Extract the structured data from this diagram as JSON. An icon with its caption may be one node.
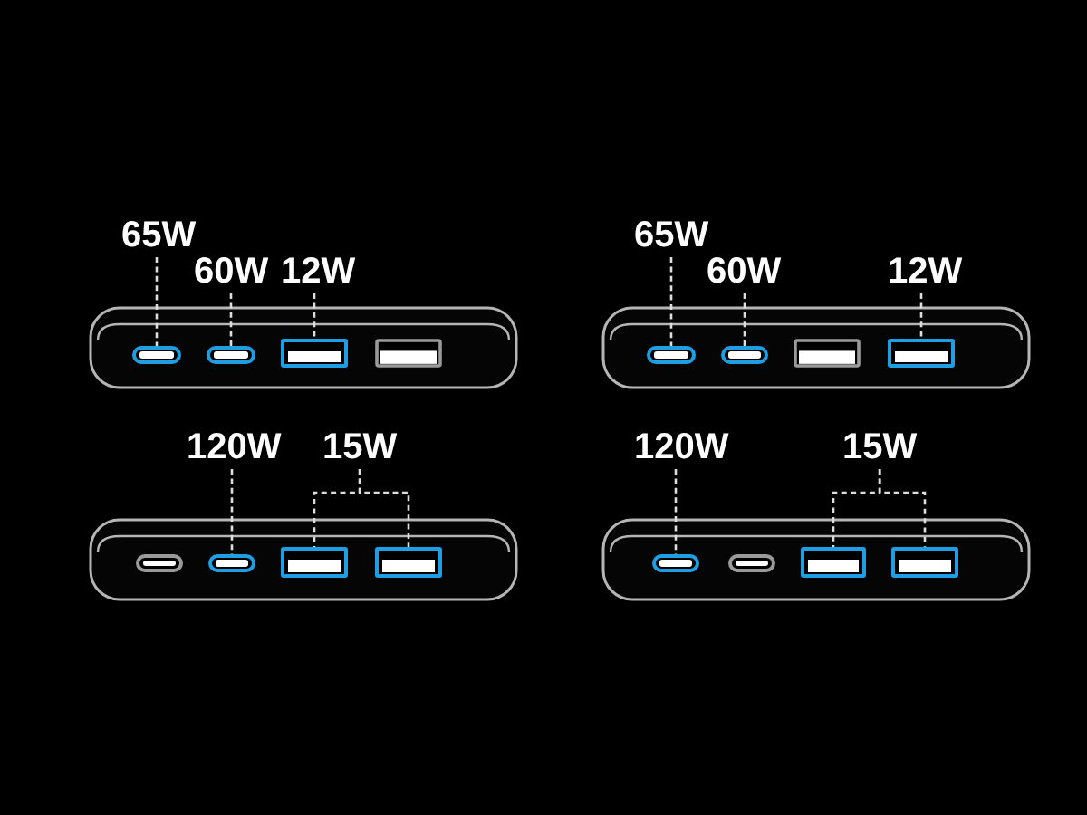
{
  "diagram": {
    "nodes": [
      {
        "text": [
          "65W"
        ]
      },
      {
        "text": [
          "60W"
        ]
      },
      {
        "text": [
          "12W"
        ]
      },
      {
        "text": [],
        "shape": "box"
      },
      {
        "text": [],
        "shape": "box"
      },
      {
        "text": [],
        "shape": "box"
      },
      {
        "text": [
          "65W"
        ]
      },
      {
        "text": [
          "60W"
        ]
      },
      {
        "text": [
          "12W"
        ]
      },
      {
        "text": [],
        "shape": "box"
      },
      {
        "text": [],
        "shape": "box"
      },
      {
        "text": [],
        "shape": "box"
      },
      {
        "text": [
          "120W"
        ]
      },
      {
        "text": [
          "15W"
        ]
      },
      {
        "text": [],
        "shape": "box"
      },
      {
        "text": [],
        "shape": "box"
      },
      {
        "text": [],
        "shape": "box"
      },
      {
        "text": [
          "120W"
        ]
      },
      {
        "text": [
          "15W"
        ]
      },
      {
        "text": [],
        "shape": "box"
      },
      {
        "text": [],
        "shape": "box"
      },
      {
        "text": [],
        "shape": "box"
      }
    ],
    "edges": [
      {
        "from": 0,
        "to": 3,
        "arrow": "none",
        "style": "dashed"
      },
      {
        "from": 1,
        "to": 4,
        "arrow": "none",
        "style": "dashed"
      },
      {
        "from": 2,
        "to": 5,
        "arrow": "none",
        "style": "dashed"
      },
      {
        "from": 6,
        "to": 9,
        "arrow": "none",
        "style": "dashed"
      },
      {
        "from": 7,
        "to": 10,
        "arrow": "none",
        "style": "dashed"
      },
      {
        "from": 8,
        "to": 11,
        "arrow": "none",
        "style": "dashed"
      },
      {
        "from": 12,
        "to": 14,
        "arrow": "none",
        "style": "dashed"
      },
      {
        "from": 13,
        "to": 15,
        "arrow": "none",
        "style": "dashed"
      },
      {
        "from": 13,
        "to": 16,
        "arrow": "none",
        "style": "dashed"
      },
      {
        "from": 17,
        "to": 19,
        "arrow": "none",
        "style": "dashed"
      },
      {
        "from": 18,
        "to": 20,
        "arrow": "none",
        "style": "dashed"
      },
      {
        "from": 18,
        "to": 21,
        "arrow": "none",
        "style": "dashed"
      }
    ]
  }
}
